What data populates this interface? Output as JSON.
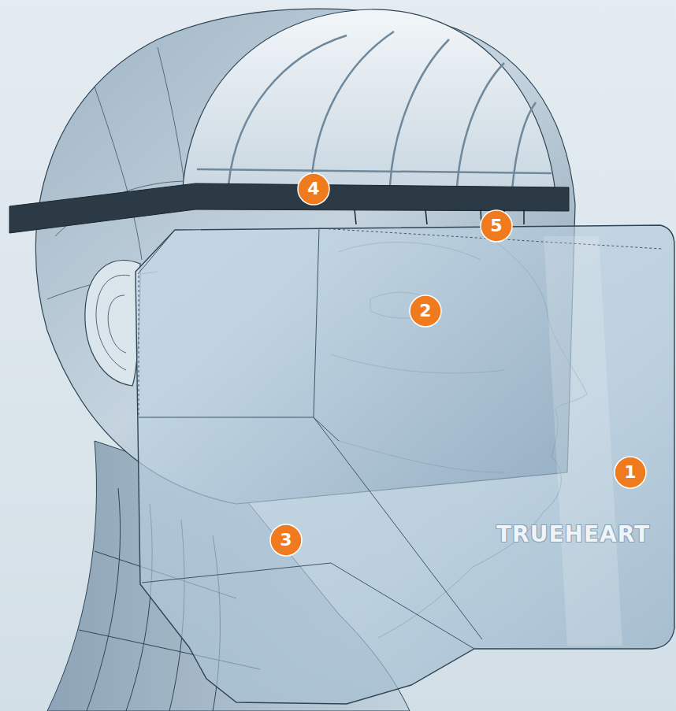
{
  "diagram": {
    "labels": [
      "4",
      "5",
      "2",
      "1",
      "3",
      "TRUEHEART"
    ]
  }
}
